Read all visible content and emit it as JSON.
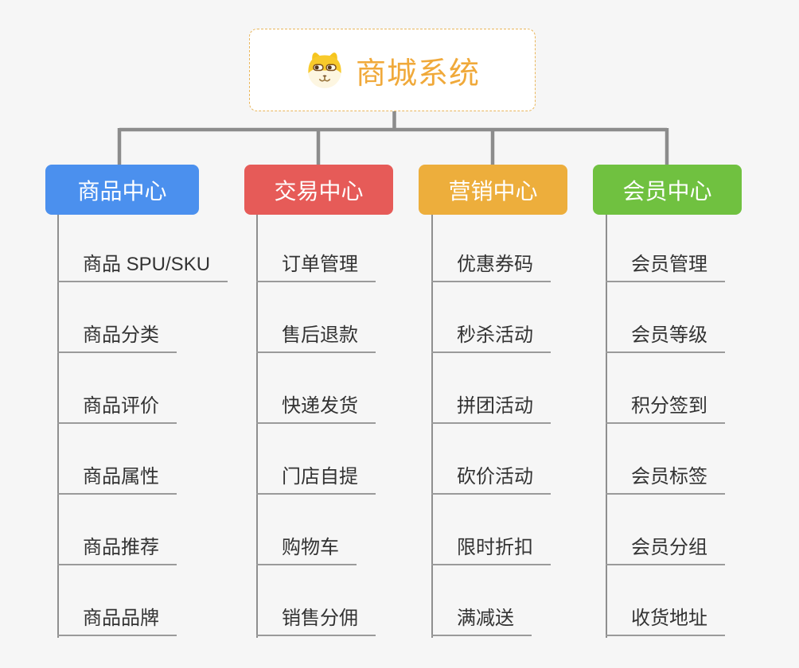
{
  "canvas": {
    "background_color": "#f6f6f6",
    "connector_color": "#8c8c8c"
  },
  "root": {
    "title": "商城系统",
    "accent_color": "#f0a93a",
    "icon": "dog-face-icon"
  },
  "branches": [
    {
      "label": "商品中心",
      "color": "#4b90ee",
      "items": [
        "商品 SPU/SKU",
        "商品分类",
        "商品评价",
        "商品属性",
        "商品推荐",
        "商品品牌"
      ]
    },
    {
      "label": "交易中心",
      "color": "#e65b58",
      "items": [
        "订单管理",
        "售后退款",
        "快递发货",
        "门店自提",
        "购物车",
        "销售分佣"
      ]
    },
    {
      "label": "营销中心",
      "color": "#edae3c",
      "items": [
        "优惠券码",
        "秒杀活动",
        "拼团活动",
        "砍价活动",
        "限时折扣",
        "满减送"
      ]
    },
    {
      "label": "会员中心",
      "color": "#70c140",
      "items": [
        "会员管理",
        "会员等级",
        "积分签到",
        "会员标签",
        "会员分组",
        "收货地址"
      ]
    }
  ]
}
